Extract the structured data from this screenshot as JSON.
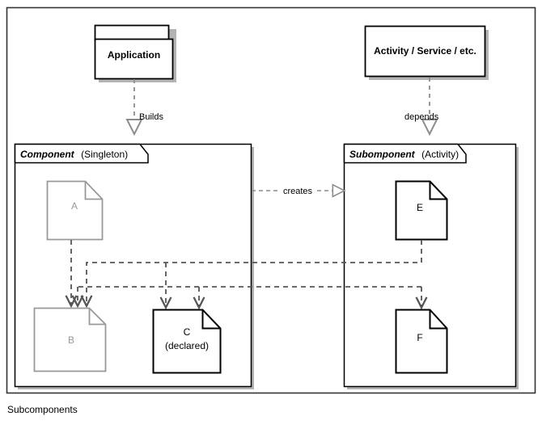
{
  "diagram": {
    "caption": "Subcomponents",
    "colors": {
      "ink": "#000000",
      "gray": "#999999",
      "gray_line": "#8c8c8c",
      "shadow": "#b3b3b3",
      "border": "#333333",
      "background": "#ffffff"
    },
    "top_boxes": [
      {
        "id": "application",
        "label": "Application",
        "shape": "package"
      },
      {
        "id": "android-component",
        "label": "Activity / Service / etc.",
        "shape": "rect"
      }
    ],
    "containers": [
      {
        "id": "component",
        "title": "Component",
        "stereotype": "(Singleton)",
        "nodes": [
          {
            "id": "a",
            "label": "A",
            "sub": "",
            "style": "gray"
          },
          {
            "id": "b",
            "label": "B",
            "sub": "",
            "style": "gray"
          },
          {
            "id": "c",
            "label": "C",
            "sub": "(declared)",
            "style": "black"
          }
        ]
      },
      {
        "id": "subcomponent",
        "title": "Subomponent",
        "stereotype": "(Activity)",
        "nodes": [
          {
            "id": "e",
            "label": "E",
            "sub": "",
            "style": "black"
          },
          {
            "id": "f",
            "label": "F",
            "sub": "",
            "style": "black"
          }
        ]
      }
    ],
    "edges": [
      {
        "id": "builds",
        "label": "Builds",
        "from": "application",
        "to": "component",
        "style": "dashed-gray-hollow-arrow"
      },
      {
        "id": "depends",
        "label": "depends",
        "from": "android-component",
        "to": "subcomponent",
        "style": "dashed-gray-hollow-arrow"
      },
      {
        "id": "creates",
        "label": "creates",
        "from": "component",
        "to": "subcomponent",
        "style": "dashed-gray-hollow-arrow"
      },
      {
        "id": "a-to-b",
        "label": "",
        "from": "a",
        "to": "b",
        "style": "dashed-open-arrow"
      },
      {
        "id": "c-to-b",
        "label": "",
        "from": "c",
        "to": "b",
        "style": "dashed-open-arrow"
      },
      {
        "id": "e-to-c",
        "label": "",
        "from": "e",
        "to": "c",
        "style": "dashed-open-arrow"
      },
      {
        "id": "e-to-f",
        "label": "",
        "from": "e",
        "to": "f",
        "style": "dashed-open-arrow"
      }
    ]
  }
}
